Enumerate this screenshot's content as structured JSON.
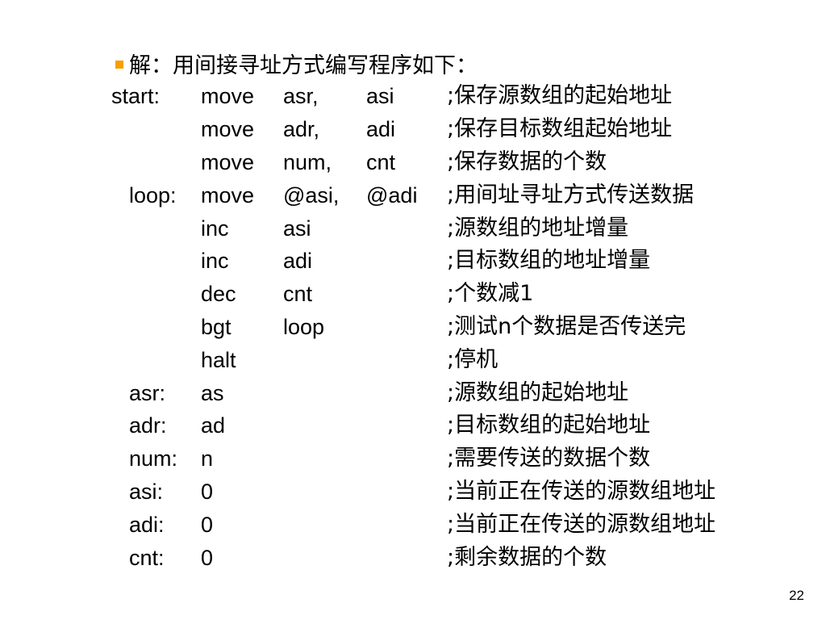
{
  "slide": {
    "bullet_color": "#f5a000",
    "heading": "解：用间接寻址方式编写程序如下：",
    "page_number": "22",
    "rows": [
      {
        "label": "start:",
        "op": "move",
        "arg1": "asr,",
        "arg2": "asi",
        "comment": ";保存源数组的起始地址"
      },
      {
        "label": "",
        "op": "move",
        "arg1": "adr,",
        "arg2": "adi",
        "comment": ";保存目标数组起始地址"
      },
      {
        "label": "",
        "op": "move",
        "arg1": "num,",
        "arg2": "cnt",
        "comment": ";保存数据的个数"
      },
      {
        "label": "loop:",
        "op": "move",
        "arg1": "@asi,",
        "arg2": "@adi",
        "comment": ";用间址寻址方式传送数据"
      },
      {
        "label": "",
        "op": "inc",
        "arg1": "asi",
        "arg2": "",
        "comment": ";源数组的地址增量"
      },
      {
        "label": "",
        "op": "inc",
        "arg1": "adi",
        "arg2": "",
        "comment": ";目标数组的地址增量"
      },
      {
        "label": "",
        "op": "dec",
        "arg1": "cnt",
        "arg2": "",
        "comment": ";个数减1"
      },
      {
        "label": "",
        "op": "bgt",
        "arg1": "loop",
        "arg2": "",
        "comment": ";测试n个数据是否传送完"
      },
      {
        "label": "",
        "op": "halt",
        "arg1": "",
        "arg2": "",
        "comment": ";停机"
      },
      {
        "label": "asr:",
        "op": "as",
        "arg1": "",
        "arg2": "",
        "comment": ";源数组的起始地址"
      },
      {
        "label": "adr:",
        "op": "ad",
        "arg1": "",
        "arg2": "",
        "comment": ";目标数组的起始地址"
      },
      {
        "label": "num:",
        "op": "n",
        "arg1": "",
        "arg2": "",
        "comment": ";需要传送的数据个数"
      },
      {
        "label": "asi:",
        "op": "0",
        "arg1": "",
        "arg2": "",
        "comment": ";当前正在传送的源数组地址"
      },
      {
        "label": "adi:",
        "op": "0",
        "arg1": "",
        "arg2": "",
        "comment": ";当前正在传送的源数组地址"
      },
      {
        "label": "cnt:",
        "op": "0",
        "arg1": "",
        "arg2": "",
        "comment": ";剩余数据的个数"
      }
    ]
  }
}
